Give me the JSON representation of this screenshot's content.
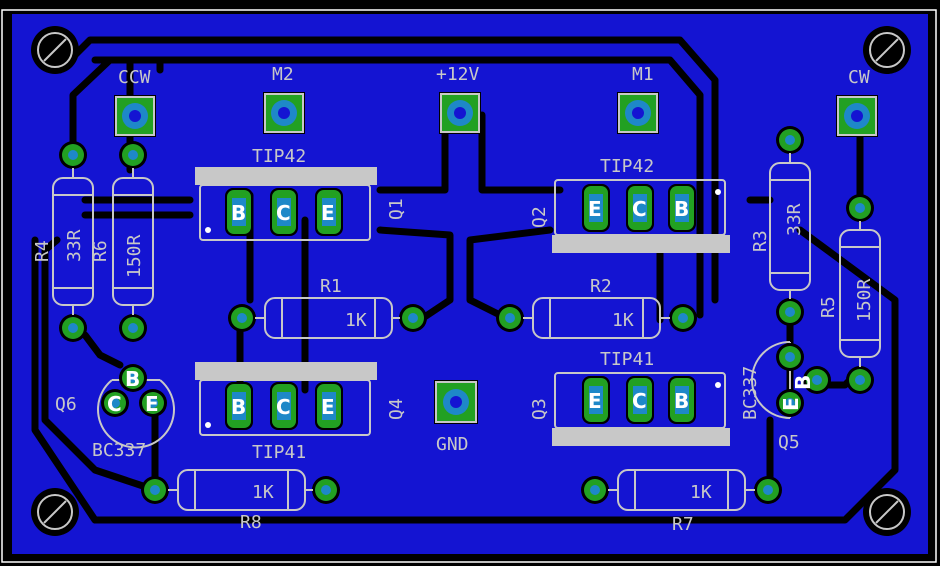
{
  "colors": {
    "background": "#000000",
    "copper_pour": "#1414d2",
    "pad": "#22a022",
    "drill": "#1e88c8",
    "silkscreen": "#c8c8c8",
    "outline": "#ffffff"
  },
  "connectors": {
    "ccw": "CCW",
    "m2": "M2",
    "v12": "+12V",
    "m1": "M1",
    "cw": "CW",
    "gnd": "GND"
  },
  "transistors": {
    "q1": {
      "ref": "Q1",
      "value": "TIP42",
      "pins": [
        "B",
        "C",
        "E"
      ]
    },
    "q2": {
      "ref": "Q2",
      "value": "TIP42",
      "pins": [
        "E",
        "C",
        "B"
      ]
    },
    "q3": {
      "ref": "Q3",
      "value": "TIP41",
      "pins": [
        "E",
        "C",
        "B"
      ]
    },
    "q4": {
      "ref": "Q4",
      "value": "TIP41",
      "pins": [
        "B",
        "C",
        "E"
      ]
    },
    "q5": {
      "ref": "Q5",
      "value": "BC337",
      "pins": [
        "B",
        "E"
      ]
    },
    "q6": {
      "ref": "Q6",
      "value": "BC337",
      "pins": [
        "B",
        "C",
        "E"
      ]
    }
  },
  "resistors": {
    "r1": {
      "ref": "R1",
      "value": "1K"
    },
    "r2": {
      "ref": "R2",
      "value": "1K"
    },
    "r3": {
      "ref": "R3",
      "value": "33R"
    },
    "r4": {
      "ref": "R4",
      "value": "33R"
    },
    "r5": {
      "ref": "R5",
      "value": "150R"
    },
    "r6": {
      "ref": "R6",
      "value": "150R"
    },
    "r7": {
      "ref": "R7",
      "value": "1K"
    },
    "r8": {
      "ref": "R8",
      "value": "1K"
    }
  }
}
